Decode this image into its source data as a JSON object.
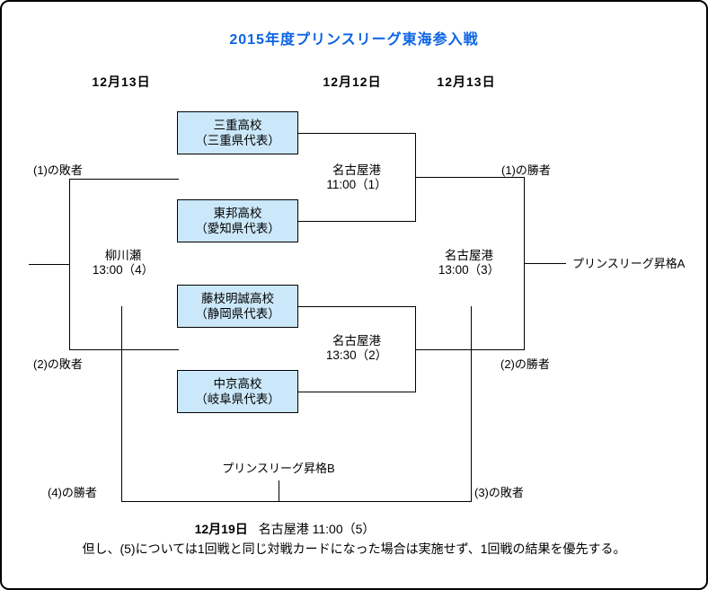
{
  "title": "2015年度プリンスリーグ東海参入戦",
  "colors": {
    "title_blue": "#0b63e5",
    "box_fill": "#cbe8fa",
    "line": "#000000"
  },
  "date_headers": [
    "12月13日",
    "12月12日",
    "12月13日"
  ],
  "teams": [
    {
      "name": "三重高校",
      "rep": "（三重県代表）"
    },
    {
      "name": "東邦高校",
      "rep": "（愛知県代表）"
    },
    {
      "name": "藤枝明誠高校",
      "rep": "（静岡県代表）"
    },
    {
      "name": "中京高校",
      "rep": "（岐阜県代表）"
    }
  ],
  "matches": [
    {
      "venue": "名古屋港",
      "time": "11:00（1）"
    },
    {
      "venue": "名古屋港",
      "time": "13:30（2）"
    },
    {
      "venue": "名古屋港",
      "time": "13:00（3）"
    },
    {
      "venue": "柳川瀬",
      "time": "13:00（4）"
    }
  ],
  "labels": {
    "loser1": "(1)の敗者",
    "loser2": "(2)の敗者",
    "winner1": "(1)の勝者",
    "winner2": "(2)の勝者",
    "winner4": "(4)の勝者",
    "loser3": "(3)の敗者",
    "promotion_a": "プリンスリーグ昇格A",
    "promotion_b": "プリンスリーグ昇格B"
  },
  "match5": {
    "date": "12月19日",
    "rest": "名古屋港 11:00（5）"
  },
  "note": "但し、(5)については1回戦と同じ対戦カードになった場合は実施せず、1回戦の結果を優先する。"
}
